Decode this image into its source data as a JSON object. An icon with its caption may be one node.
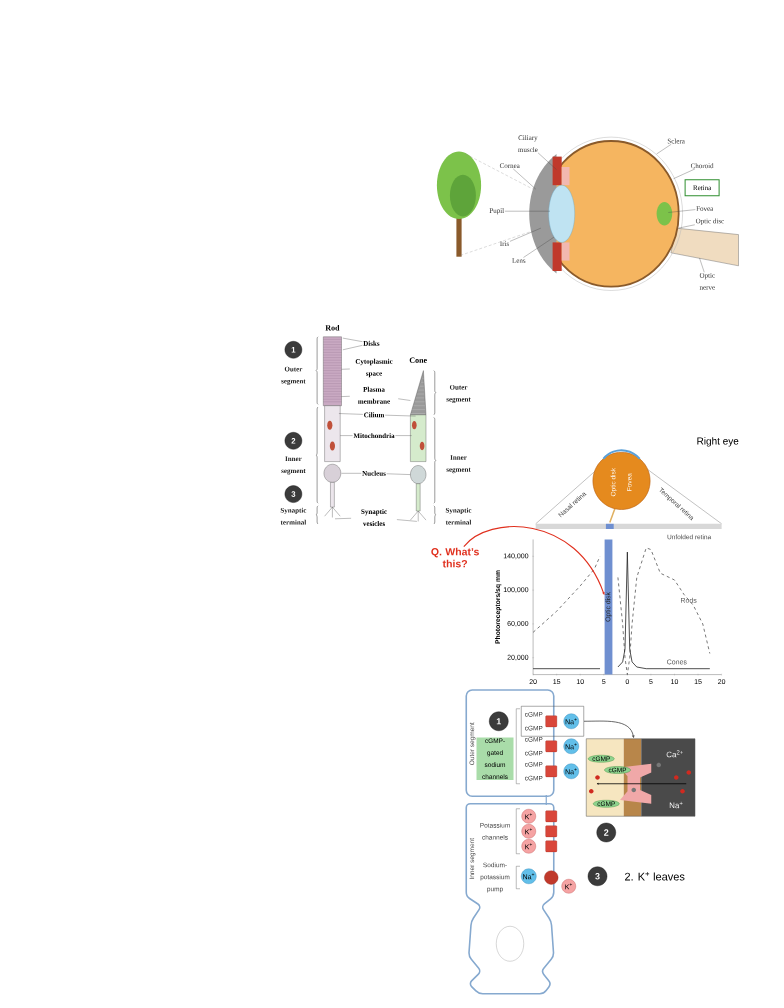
{
  "diagram": {
    "nodes": [
      {
        "text": [
          "Ciliary muscle"
        ]
      },
      {
        "text": [
          "Cornea"
        ]
      },
      {
        "text": [
          "Pupil"
        ]
      },
      {
        "text": [
          "Iris"
        ]
      },
      {
        "text": [
          "Lens"
        ]
      },
      {
        "text": [
          "Sclera"
        ]
      },
      {
        "text": [
          "Choroid"
        ]
      },
      {
        "text": [
          "Retina"
        ]
      },
      {
        "text": [
          "Fovea"
        ]
      },
      {
        "text": [
          "Optic disc"
        ]
      },
      {
        "text": [
          "Optic nerve"
        ]
      },
      {
        "text": [
          "1"
        ]
      },
      {
        "text": [
          "2"
        ]
      },
      {
        "text": [
          "3"
        ]
      },
      {
        "text": [
          "Disks"
        ]
      },
      {
        "text": [
          "Cytoplasmic space"
        ]
      },
      {
        "text": [
          "Plasma membrane"
        ]
      },
      {
        "text": [
          "Cilium"
        ]
      },
      {
        "text": [
          "Mitochondria"
        ]
      },
      {
        "text": [
          "Nucleus"
        ]
      },
      {
        "text": [
          "Synaptic vesicles"
        ]
      },
      {
        "text": [
          "Q. What’s this?"
        ]
      },
      {
        "text": [
          "1"
        ]
      },
      {
        "text": [
          "cGMP-gated sodium channels"
        ]
      },
      {
        "text": [],
        "shape": "box"
      },
      {
        "text": [
          "Na$^{+}$"
        ],
        "in": 24
      },
      {
        "text": [
          "Na$^{+}$"
        ]
      },
      {
        "text": [
          "Na$^{+}$"
        ]
      },
      {
        "text": [
          "K$^{+}$"
        ]
      },
      {
        "text": [
          "K$^{+}$"
        ]
      },
      {
        "text": [
          "K$^{+}$"
        ]
      },
      {
        "text": [
          "2"
        ]
      },
      {
        "text": [
          "Na$^{+}$"
        ]
      },
      {
        "text": [
          "K$^{+}$"
        ]
      },
      {
        "text": [
          "3"
        ]
      },
      {
        "text": [
          "Ca$^{2+}$",
          "Na$^{+}$"
        ]
      },
      {
        "text": [
          "cGMP"
        ],
        "in": 35
      },
      {
        "text": [
          "cGMP"
        ],
        "in": 35
      },
      {
        "text": [
          "cGMP"
        ],
        "in": 35
      },
      {
        "text": [],
        "shape": "picture",
        "beside": [
          "Rod"
        ]
      },
      {
        "text": [],
        "shape": "picture",
        "beside": [
          "Cone"
        ]
      },
      {
        "text": [],
        "shape": "picture"
      },
      {
        "text": [
          "Optic disk"
        ]
      }
    ],
    "edges": [
      {
        "from": 0,
        "to": 41,
        "arrow": "none"
      },
      {
        "from": 1,
        "to": 41,
        "arrow": "none"
      },
      {
        "from": 2,
        "to": 41,
        "arrow": "none"
      },
      {
        "from": 3,
        "to": 41,
        "arrow": "none"
      },
      {
        "from": 4,
        "to": 41,
        "arrow": "none"
      },
      {
        "from": 5,
        "to": 41,
        "arrow": "none"
      },
      {
        "from": 6,
        "to": 41,
        "arrow": "none"
      },
      {
        "from": 8,
        "to": 41,
        "arrow": "none"
      },
      {
        "from": 9,
        "to": 41,
        "arrow": "none"
      },
      {
        "from": 10,
        "to": 41,
        "arrow": "none"
      },
      {
        "from": 14,
        "to": 39,
        "arrow": "none"
      },
      {
        "from": 14,
        "to": 39,
        "arrow": "none"
      },
      {
        "from": 15,
        "to": 39,
        "arrow": "none"
      },
      {
        "from": 16,
        "to": 39,
        "arrow": "none"
      },
      {
        "from": 16,
        "to": 40,
        "arrow": "none"
      },
      {
        "from": 17,
        "to": 39,
        "arrow": "none"
      },
      {
        "from": 17,
        "to": 40,
        "arrow": "none"
      },
      {
        "from": 18,
        "to": 39,
        "arrow": "none"
      },
      {
        "from": 18,
        "to": 40,
        "arrow": "none"
      },
      {
        "from": 19,
        "to": 39,
        "arrow": "none"
      },
      {
        "from": 19,
        "to": 40,
        "arrow": "none"
      },
      {
        "from": 20,
        "to": 39,
        "arrow": "none"
      },
      {
        "from": 20,
        "to": 40,
        "arrow": "none"
      },
      {
        "from": 21,
        "to": 42,
        "arrow": "to",
        "color": "#e0301e"
      },
      {
        "from": 24,
        "to": 35,
        "arrow": "to"
      }
    ],
    "labels": [
      "Outer segment",
      "Inner segment",
      "Synaptic terminal",
      "Outer segment",
      "Inner segment",
      "Synaptic terminal",
      "Right eye",
      "Optic disk",
      "Fovea",
      "Nasal retina",
      "Temporal retina",
      "Unfolded retina",
      "Outer segment",
      "cGMP",
      "cGMP",
      "cGMP",
      "cGMP",
      "cGMP",
      "cGMP",
      "Inner segment",
      "Potassium channels",
      "Sodium-potassium pump",
      "2. K$^{+}$ leaves"
    ],
    "chart_data": {
      "type": "line",
      "ylabel": "Photoreceptors/sq mm",
      "x": [
        -20,
        -15,
        -10,
        -7,
        -5.8,
        -3,
        -2,
        -1,
        -0.5,
        0,
        0.5,
        1,
        2,
        4,
        5,
        7,
        10,
        12,
        14,
        16,
        17.5
      ],
      "series": [
        {
          "name": "Rods",
          "color": "#555555",
          "line_style": "dashed",
          "values": [
            50000,
            75000,
            105000,
            125000,
            140000,
            null,
            115000,
            60000,
            20000,
            0,
            20000,
            60000,
            115000,
            150000,
            148000,
            120000,
            112000,
            95000,
            82000,
            60000,
            25000
          ]
        },
        {
          "name": "Cones",
          "color": "#222222",
          "values": [
            7000,
            7000,
            7000,
            7000,
            7000,
            null,
            9000,
            15000,
            30000,
            145000,
            30000,
            15000,
            9000,
            7000,
            7000,
            7000,
            7000,
            7000,
            7000,
            7000,
            7000
          ]
        }
      ],
      "xlim": [
        -20,
        20
      ],
      "ylim": [
        0,
        160000
      ],
      "xticks": [
        {
          "value": -20,
          "label": "20"
        },
        {
          "value": -15,
          "label": "15"
        },
        {
          "value": -10,
          "label": "10"
        },
        {
          "value": -5,
          "label": "5"
        },
        0,
        5,
        10,
        15,
        20
      ],
      "yticks": [
        {
          "value": 20000,
          "label": "20,000"
        },
        {
          "value": 60000,
          "label": "60,000"
        },
        {
          "value": 100000,
          "label": "100,000"
        },
        {
          "value": 140000,
          "label": "140,000"
        }
      ]
    }
  }
}
